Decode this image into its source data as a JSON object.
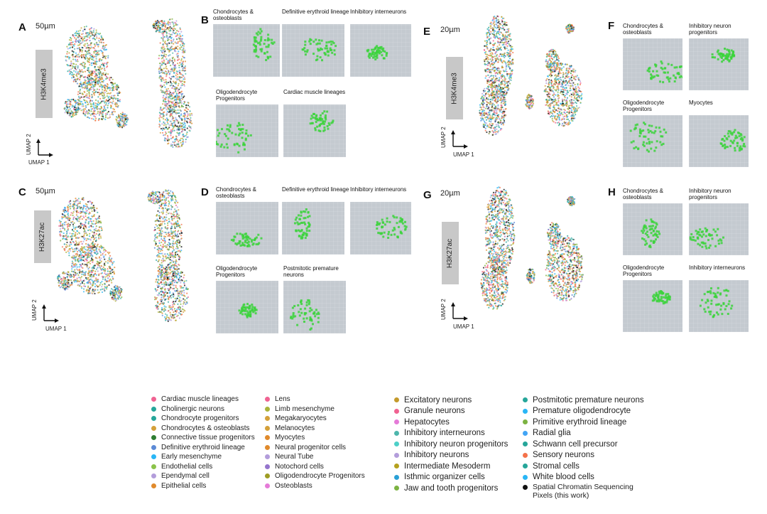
{
  "panels": {
    "A": {
      "letter": "A",
      "scale": "50µm",
      "mark": "H3K4me3"
    },
    "C": {
      "letter": "C",
      "scale": "50µm",
      "mark": "H3K27ac"
    },
    "E": {
      "letter": "E",
      "scale": "20µm",
      "mark": "H3K4me3"
    },
    "G": {
      "letter": "G",
      "scale": "20µm",
      "mark": "H3K27ac"
    },
    "B": {
      "letter": "B",
      "tiles": [
        "Chondrocytes & osteoblasts",
        "Definitive erythroid lineage",
        "Inhibitory interneurons",
        "Oligodendrocyte Progenitors",
        "Cardiac muscle lineages"
      ]
    },
    "D": {
      "letter": "D",
      "tiles": [
        "Chondrocytes & osteoblasts",
        "Definitive erythroid lineage",
        "Inhibitory interneurons",
        "Oligodendrocyte Progenitors",
        "Postmitotic premature neurons"
      ]
    },
    "F": {
      "letter": "F",
      "tiles": [
        "Chondrocytes & osteoblasts",
        "Inhibitory neuron progenitors",
        "Oligodendrocyte Progenitors",
        "Myocytes"
      ]
    },
    "H": {
      "letter": "H",
      "tiles": [
        "Chondrocytes & osteoblasts",
        "Inhibitory neuron progenitors",
        "Oligodendrocyte Progenitors",
        "Inhibitory interneurons"
      ]
    }
  },
  "umap_axes": {
    "x": "UMAP 1",
    "y": "UMAP 2"
  },
  "legend": {
    "col1": [
      {
        "label": "Cardiac muscle lineages",
        "color": "#f06292"
      },
      {
        "label": "Cholinergic neurons",
        "color": "#26a69a"
      },
      {
        "label": "Chondrocyte progenitors",
        "color": "#26a69a"
      },
      {
        "label": "Chondrocytes & osteoblasts",
        "color": "#d4a03a"
      },
      {
        "label": "Connective tissue progenitors",
        "color": "#2e7d32"
      },
      {
        "label": "Definitive erythroid lineage",
        "color": "#5c8ad6"
      },
      {
        "label": "Early mesenchyme",
        "color": "#29b6f6"
      },
      {
        "label": "Endothelial cells",
        "color": "#8bc34a"
      },
      {
        "label": "Ependymal cell",
        "color": "#b39ddb"
      },
      {
        "label": "Epithelial cells",
        "color": "#e08a2c"
      }
    ],
    "col2": [
      {
        "label": "Lens",
        "color": "#f06292"
      },
      {
        "label": "Limb mesenchyme",
        "color": "#aab33a"
      },
      {
        "label": "Megakaryocytes",
        "color": "#d4a03a"
      },
      {
        "label": "Melanocytes",
        "color": "#d4a03a"
      },
      {
        "label": "Myocytes",
        "color": "#e08a2c"
      },
      {
        "label": "Neural progenitor cells",
        "color": "#e08a2c"
      },
      {
        "label": "Neural Tube",
        "color": "#b39ddb"
      },
      {
        "label": "Notochord cells",
        "color": "#9575cd"
      },
      {
        "label": "Oligodendrocyte Progenitors",
        "color": "#9e9d24"
      },
      {
        "label": "Osteoblasts",
        "color": "#e57bd8"
      }
    ],
    "col3": [
      {
        "label": "Excitatory neurons",
        "color": "#c49a2c"
      },
      {
        "label": "Granule neurons",
        "color": "#f06292"
      },
      {
        "label": "Hepatocytes",
        "color": "#e57bd8"
      },
      {
        "label": "Inhibitory interneurons",
        "color": "#4db6ac"
      },
      {
        "label": "Inhibitory neuron progenitors",
        "color": "#4dd0c8"
      },
      {
        "label": "Inhibitory neurons",
        "color": "#b39ddb"
      },
      {
        "label": "Intermediate Mesoderm",
        "color": "#b5a11e"
      },
      {
        "label": "Isthmic organizer cells",
        "color": "#29a0d6"
      },
      {
        "label": "Jaw and tooth progenitors",
        "color": "#7cb342"
      }
    ],
    "col4": [
      {
        "label": "Postmitotic premature neurons",
        "color": "#26a69a"
      },
      {
        "label": "Premature oligodendrocyte",
        "color": "#29b6f6"
      },
      {
        "label": "Primitive erythroid lineage",
        "color": "#7cb342"
      },
      {
        "label": "Radial glia",
        "color": "#42a5f5"
      },
      {
        "label": "Schwann cell precursor",
        "color": "#26a69a"
      },
      {
        "label": "Sensory neurons",
        "color": "#f4724a"
      },
      {
        "label": "Stromal cells",
        "color": "#26a69a"
      },
      {
        "label": "White blood cells",
        "color": "#29b6f6"
      },
      {
        "label": "Spatial Chromatin Sequencing Pixels (this work)",
        "color": "#111111"
      }
    ]
  }
}
